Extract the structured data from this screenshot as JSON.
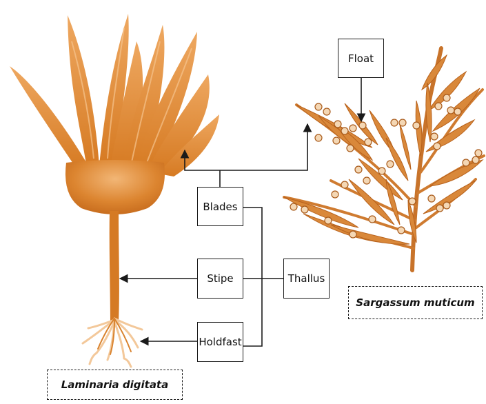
{
  "labels": {
    "blades": "Blades",
    "stipe": "Stipe",
    "holdfast": "Holdfast",
    "thallus": "Thallus",
    "float": "Float"
  },
  "species": {
    "laminaria": "Laminaria digitata",
    "sargassum": "Sargassum muticum"
  },
  "colors": {
    "kelp_main": "#d67a22",
    "kelp_light": "#eba663",
    "kelp_dark": "#b85e12",
    "float_fill": "#f4d7b4",
    "line": "#1a1a1a"
  }
}
